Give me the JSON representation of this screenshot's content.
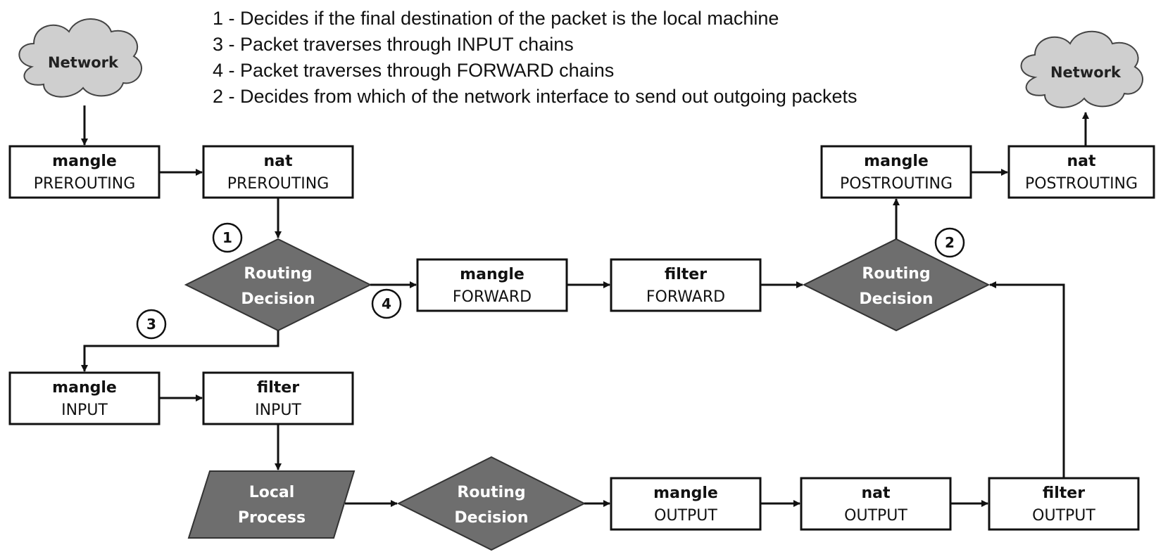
{
  "legend": [
    "1 - Decides if the final destination of the packet is the local machine",
    "3 - Packet traverses through INPUT chains",
    "4 - Packet traverses through FORWARD chains",
    "2 - Decides from which of the network interface to send out outgoing packets"
  ],
  "clouds": {
    "network_in": "Network",
    "network_out": "Network"
  },
  "boxes": {
    "mangle_prerouting": {
      "table": "mangle",
      "chain": "PREROUTING"
    },
    "nat_prerouting": {
      "table": "nat",
      "chain": "PREROUTING"
    },
    "mangle_postrouting": {
      "table": "mangle",
      "chain": "POSTROUTING"
    },
    "nat_postrouting": {
      "table": "nat",
      "chain": "POSTROUTING"
    },
    "mangle_forward": {
      "table": "mangle",
      "chain": "FORWARD"
    },
    "filter_forward": {
      "table": "filter",
      "chain": "FORWARD"
    },
    "mangle_input": {
      "table": "mangle",
      "chain": "INPUT"
    },
    "filter_input": {
      "table": "filter",
      "chain": "INPUT"
    },
    "mangle_output": {
      "table": "mangle",
      "chain": "OUTPUT"
    },
    "nat_output": {
      "table": "nat",
      "chain": "OUTPUT"
    },
    "filter_output": {
      "table": "filter",
      "chain": "OUTPUT"
    }
  },
  "decisions": {
    "routing_1": [
      "Routing",
      "Decision"
    ],
    "routing_2": [
      "Routing",
      "Decision"
    ],
    "routing_3": [
      "Routing",
      "Decision"
    ]
  },
  "local_process": [
    "Local",
    "Process"
  ],
  "steps": {
    "step_1": "1",
    "step_2": "2",
    "step_3": "3",
    "step_4": "4"
  },
  "colors": {
    "shape_fill": "#6e6e6e",
    "cloud_fill": "#cfcfcf",
    "line": "#111111"
  }
}
